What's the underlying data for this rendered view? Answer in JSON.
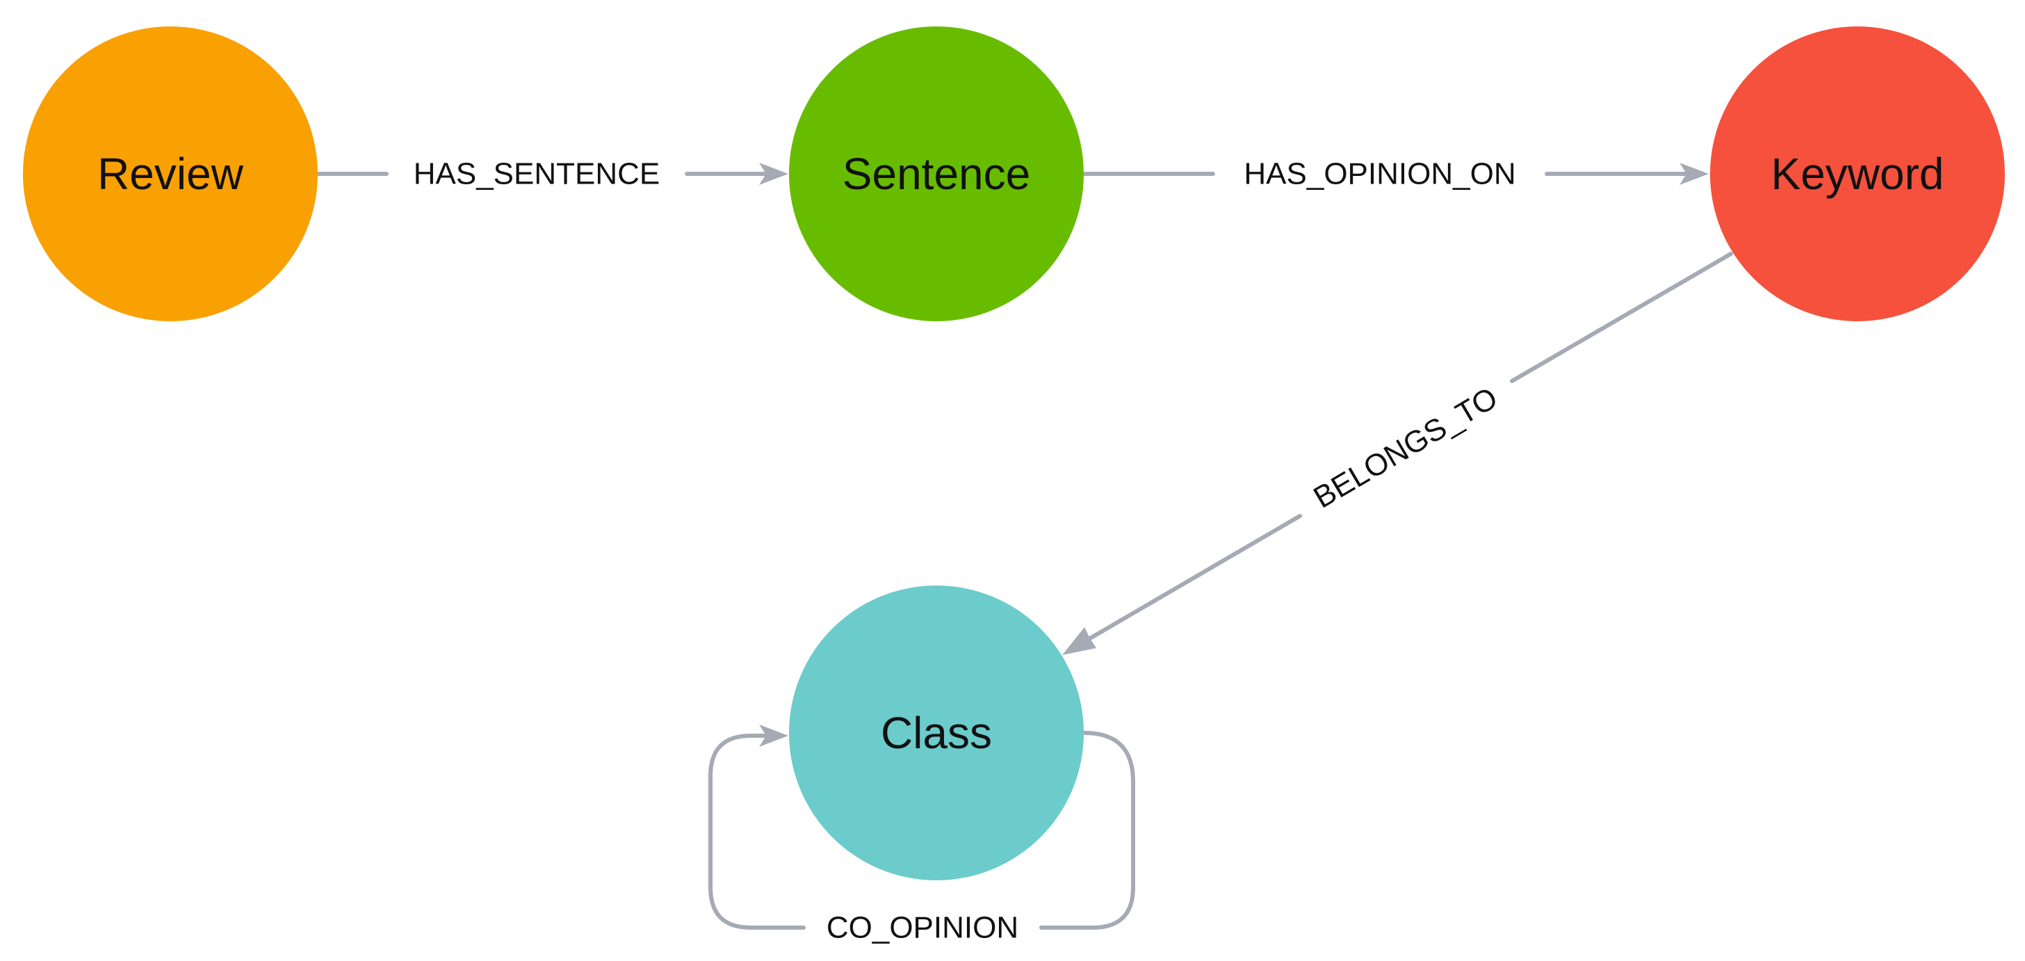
{
  "diagram": {
    "type": "graph-schema",
    "edge_color": "#a5aab5",
    "nodes": [
      {
        "id": "review",
        "label": "Review",
        "color": "#f9a003"
      },
      {
        "id": "sentence",
        "label": "Sentence",
        "color": "#68bc00"
      },
      {
        "id": "keyword",
        "label": "Keyword",
        "color": "#f5513d"
      },
      {
        "id": "class",
        "label": "Class",
        "color": "#6bcccb"
      }
    ],
    "edges": [
      {
        "id": "has-sentence",
        "label": "HAS_SENTENCE",
        "from": "review",
        "to": "sentence"
      },
      {
        "id": "has-opinion-on",
        "label": "HAS_OPINION_ON",
        "from": "sentence",
        "to": "keyword"
      },
      {
        "id": "belongs-to",
        "label": "BELONGS_TO",
        "from": "keyword",
        "to": "class"
      },
      {
        "id": "co-opinion",
        "label": "CO_OPINION",
        "from": "class",
        "to": "class"
      }
    ]
  }
}
